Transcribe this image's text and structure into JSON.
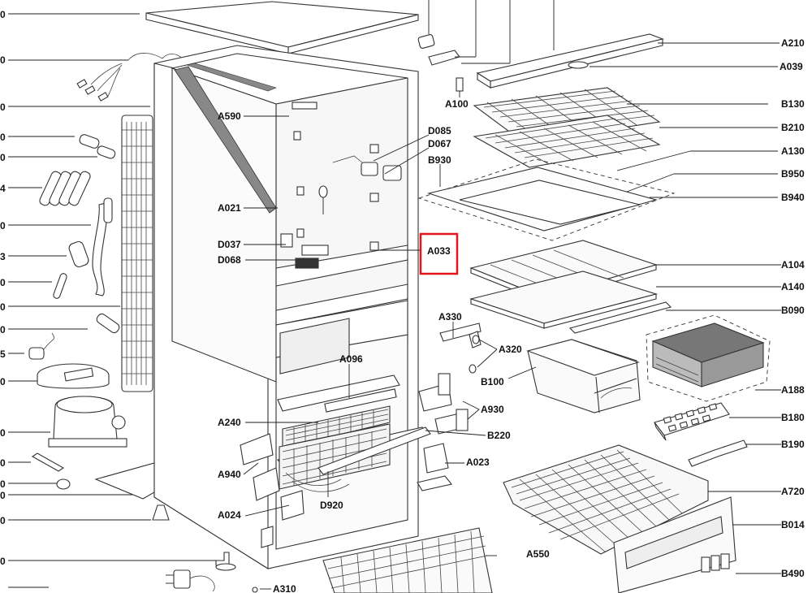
{
  "diagram": {
    "highlight_color": "#e3141b",
    "left_edge_labels": [
      "0",
      "0",
      "0",
      "0",
      "0",
      "4",
      "0",
      "3",
      "0",
      "0",
      "0",
      "5",
      "0",
      "0",
      "0",
      "0",
      "0",
      "0",
      "0"
    ],
    "left_labels": {
      "A590": "A590",
      "A021": "A021",
      "D037": "D037",
      "D068": "D068",
      "A096": "A096",
      "A240": "A240",
      "A940": "A940",
      "A024": "A024",
      "D920": "D920",
      "A310": "A310"
    },
    "middle_labels": {
      "D085": "D085",
      "D067": "D067",
      "B930": "B930",
      "A100": "A100",
      "A033": "A033",
      "A330": "A330",
      "A320": "A320",
      "B100": "B100",
      "A930": "A930",
      "B220": "B220",
      "A023": "A023",
      "A550": "A550"
    },
    "right_labels": {
      "A210": "A210",
      "A039": "A039",
      "B130": "B130",
      "B210": "B210",
      "A130": "A130",
      "B950": "B950",
      "B940": "B940",
      "A104": "A104",
      "A140": "A140",
      "B090": "B090",
      "A188": "A188",
      "B180": "B180",
      "B190": "B190",
      "A720": "A720",
      "B014": "B014",
      "B490": "B490"
    }
  }
}
